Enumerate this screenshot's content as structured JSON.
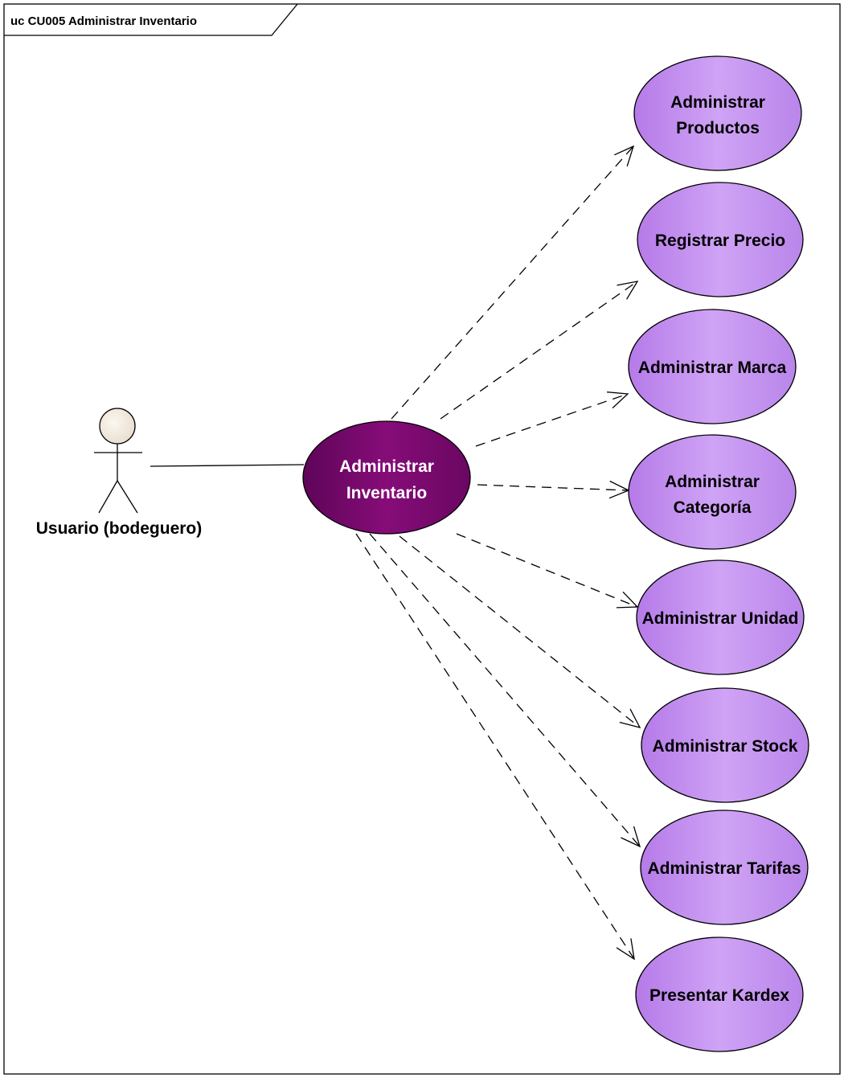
{
  "diagram": {
    "frame_title": "uc CU005 Administrar Inventario",
    "actor": {
      "name": "Usuario (bodeguero)"
    },
    "main_use_case": {
      "lines": [
        "Administrar",
        "Inventario"
      ]
    },
    "use_cases": [
      {
        "id": "productos",
        "lines": [
          "Administrar",
          "Productos"
        ]
      },
      {
        "id": "precio",
        "lines": [
          "Registrar Precio"
        ]
      },
      {
        "id": "marca",
        "lines": [
          "Administrar Marca"
        ]
      },
      {
        "id": "categoria",
        "lines": [
          "Administrar",
          "Categoría"
        ]
      },
      {
        "id": "unidad",
        "lines": [
          "Administrar Unidad"
        ]
      },
      {
        "id": "stock",
        "lines": [
          "Administrar Stock"
        ]
      },
      {
        "id": "tarifas",
        "lines": [
          "Administrar Tarifas"
        ]
      },
      {
        "id": "kardex",
        "lines": [
          "Presentar Kardex"
        ]
      }
    ],
    "colors": {
      "use_case_fill": "#c99af2",
      "main_use_case_fill": "#7a0a6e",
      "actor_head_fill": "#efe6d8"
    }
  }
}
